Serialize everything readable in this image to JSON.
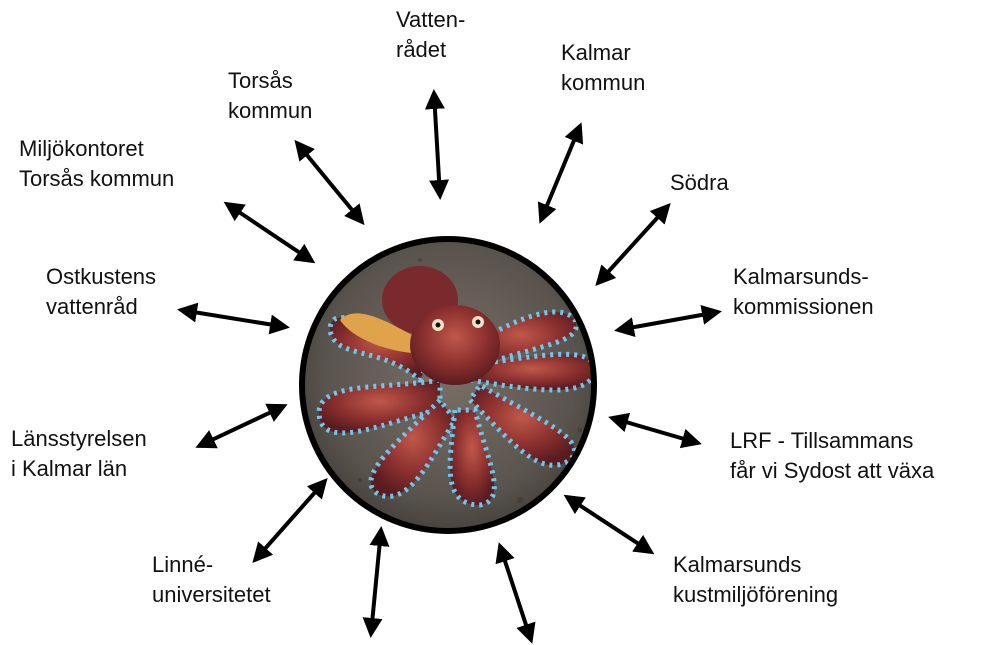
{
  "diagram": {
    "center": {
      "image": "octopus-photo"
    },
    "nodes": [
      {
        "id": "vattenradet",
        "lines": [
          "Vatten-",
          "rådet"
        ]
      },
      {
        "id": "kalmar-kommun",
        "lines": [
          "Kalmar",
          "kommun"
        ]
      },
      {
        "id": "sodra",
        "lines": [
          "Södra"
        ]
      },
      {
        "id": "kalmarsundskommissionen",
        "lines": [
          "Kalmarsunds-",
          "kommissionen"
        ]
      },
      {
        "id": "lrf",
        "lines": [
          "LRF - Tillsammans",
          "får vi Sydost att växa"
        ]
      },
      {
        "id": "kustmiljoforening",
        "lines": [
          "Kalmarsunds",
          "kustmiljöförening"
        ]
      },
      {
        "id": "linne",
        "lines": [
          "Linné-",
          "universitetet"
        ]
      },
      {
        "id": "lansstyrelsen",
        "lines": [
          "Länsstyrelsen",
          "i Kalmar län"
        ]
      },
      {
        "id": "ostkustens",
        "lines": [
          "Ostkustens",
          "vattenråd"
        ]
      },
      {
        "id": "miljokontoret",
        "lines": [
          "Miljökontoret",
          "Torsås kommun"
        ]
      },
      {
        "id": "torsas",
        "lines": [
          "Torsås",
          "kommun"
        ]
      }
    ]
  }
}
